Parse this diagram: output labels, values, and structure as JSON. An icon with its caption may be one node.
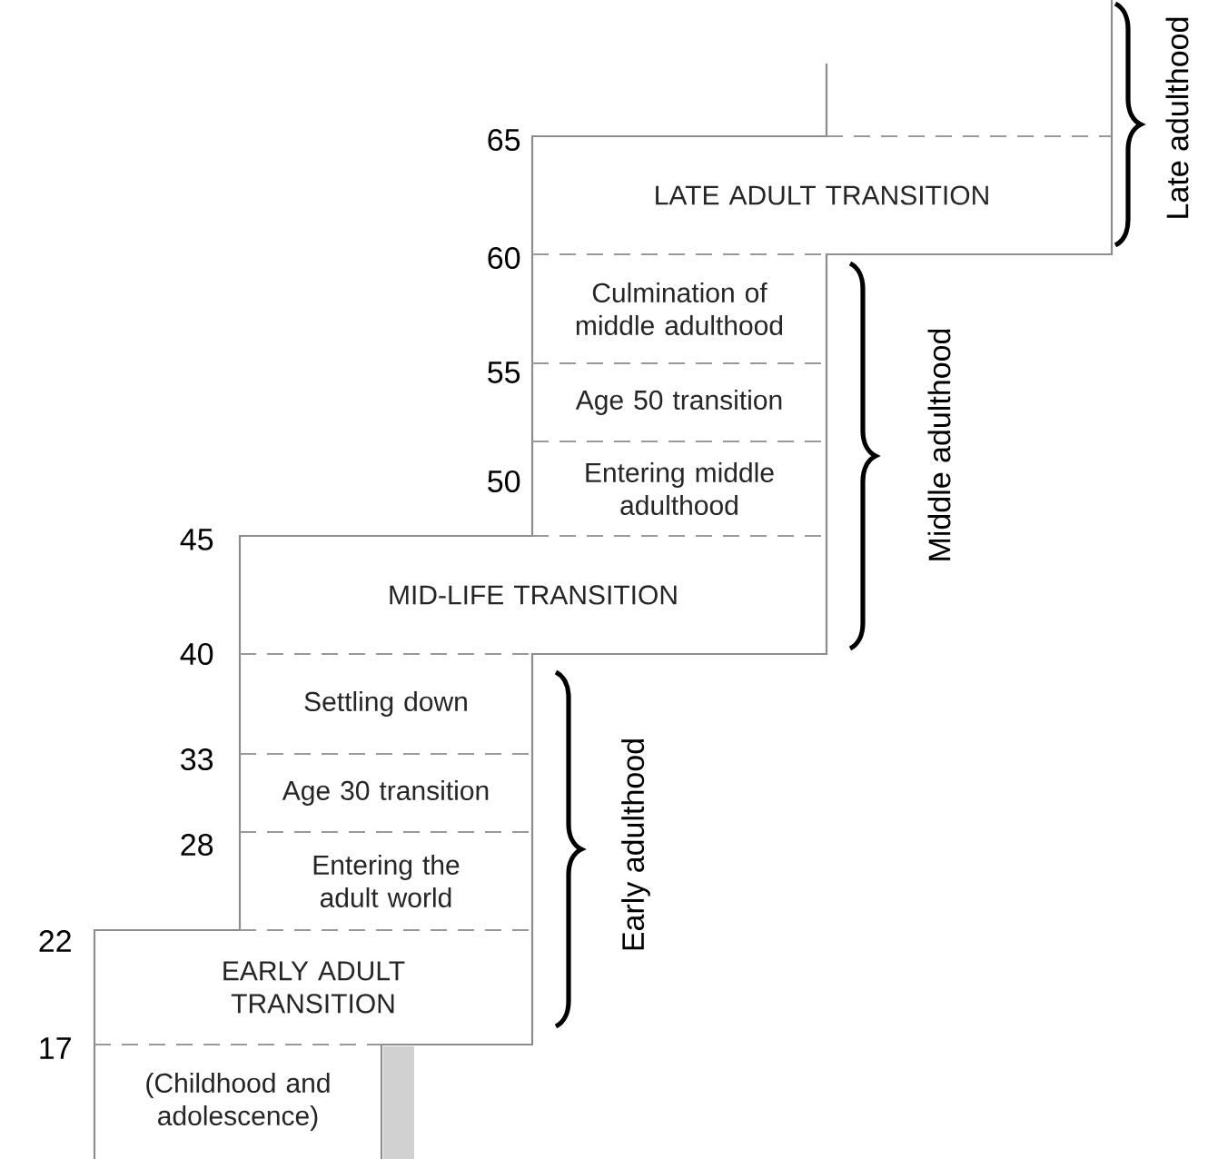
{
  "diagram": {
    "nodes": [
      {
        "text": [
          "LATE ADULT TRANSITION"
        ]
      },
      {
        "text": [
          "Culmination of middle adulthood"
        ]
      },
      {
        "text": [
          "Age 50 transition"
        ]
      },
      {
        "text": [
          "Entering middle adulthood"
        ]
      },
      {
        "text": [
          "MID-LIFE TRANSITION"
        ]
      },
      {
        "text": [
          "Settling down"
        ]
      },
      {
        "text": [
          "Age 30 transition"
        ]
      },
      {
        "text": [
          "Entering the adult world"
        ]
      },
      {
        "text": [
          "EARLY ADULT TRANSITION"
        ]
      },
      {
        "text": [
          "(Childhood and adolescence)"
        ]
      }
    ],
    "labels": [
      "65",
      "60",
      "55",
      "50",
      "45",
      "40",
      "33",
      "28",
      "22",
      "17",
      "Late adulthood",
      "Middle adulthood",
      "Early adulthood"
    ]
  }
}
